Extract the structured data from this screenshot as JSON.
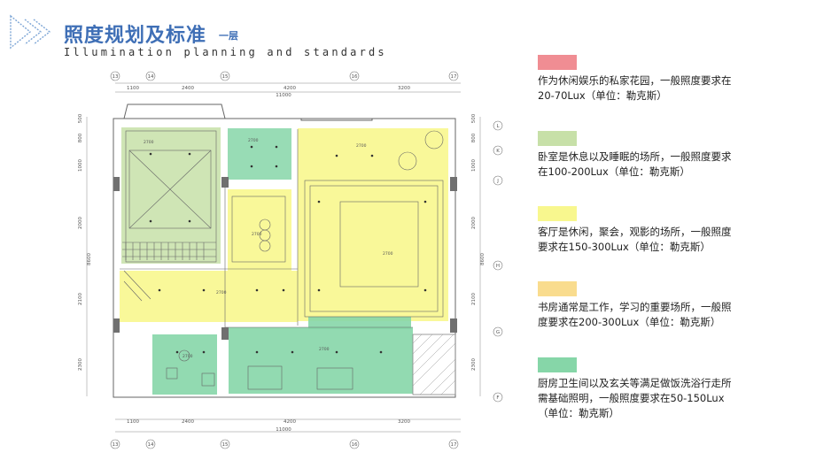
{
  "header": {
    "title_cn": "照度规划及标准",
    "title_tag": "一层",
    "title_en": "Illumination planning and standards"
  },
  "colors": {
    "accent": "#3f6fb6",
    "red": "#f08d93",
    "green": "#c7e0a8",
    "yellow": "#f8f78e",
    "orange": "#f9dc8e",
    "teal": "#86d6a8",
    "wall": "#707070"
  },
  "plan": {
    "axis_top": [
      "13",
      "14",
      "15",
      "16",
      "17"
    ],
    "axis_bottom": [
      "13",
      "14",
      "15",
      "16",
      "17"
    ],
    "axis_left": [
      "L",
      "K",
      "J",
      "H",
      "G",
      "F"
    ],
    "axis_right": [
      "L",
      "K",
      "J",
      "H",
      "G",
      "F"
    ],
    "dims_top": [
      "1100",
      "2400",
      "4200",
      "3200"
    ],
    "total_top": "11000",
    "dims_bottom": [
      "1100",
      "2400",
      "4200",
      "3200"
    ],
    "total_bottom": "11000",
    "dims_left": [
      "500",
      "800",
      "1000",
      "2000",
      "2100",
      "2300"
    ],
    "total_left": "8600",
    "dims_right": [
      "500",
      "800",
      "1000",
      "2000",
      "2100",
      "2300"
    ],
    "total_right": "8600",
    "lux_marks": [
      "2700",
      "2700",
      "2700",
      "2700",
      "2700",
      "2700",
      "2700",
      "2700"
    ]
  },
  "legend": [
    {
      "color": "red",
      "text": "作为休闲娱乐的私家花园，一般照度要求在20-70Lux（单位：勒克斯）"
    },
    {
      "color": "green",
      "text": "卧室是休息以及睡眠的场所，一般照度要求在100-200Lux（单位：勒克斯）"
    },
    {
      "color": "yellow",
      "text": "客厅是休闲，聚会，观影的场所，一般照度要求在150-300Lux（单位：勒克斯）"
    },
    {
      "color": "orange",
      "text": "书房通常是工作，学习的重要场所，一般照度要求在200-300Lux（单位：勒克斯）"
    },
    {
      "color": "teal",
      "text": "厨房卫生间以及玄关等满足做饭洗浴行走所需基础照明，一般照度要求在50-150Lux（单位：勒克斯）"
    }
  ]
}
